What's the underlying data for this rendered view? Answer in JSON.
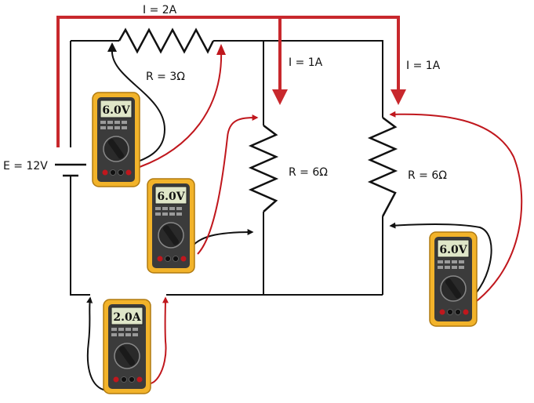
{
  "labels": {
    "total_current": "I = 2A",
    "branch1_current": "I = 1A",
    "branch2_current": "I = 1A",
    "source": "E = 12V",
    "r_series": "R = 3Ω",
    "r_branch1": "R = 6Ω",
    "r_branch2": "R = 6Ω"
  },
  "meters": [
    {
      "id": "meter-r3",
      "reading": "6.0V"
    },
    {
      "id": "meter-r6-left",
      "reading": "6.0V"
    },
    {
      "id": "meter-r6-right",
      "reading": "6.0V"
    },
    {
      "id": "meter-ammeter",
      "reading": "2.0A"
    }
  ],
  "colors": {
    "wire": "#111111",
    "current_arrow": "#c8282d",
    "probe_red": "#c0171d",
    "probe_black": "#111111",
    "meter_body": "#f2b32a",
    "meter_face": "#3b3b3b",
    "lcd": "#dfe6c8"
  },
  "icons": [
    "multimeter-icon",
    "resistor-icon",
    "battery-icon",
    "arrow-icon"
  ]
}
